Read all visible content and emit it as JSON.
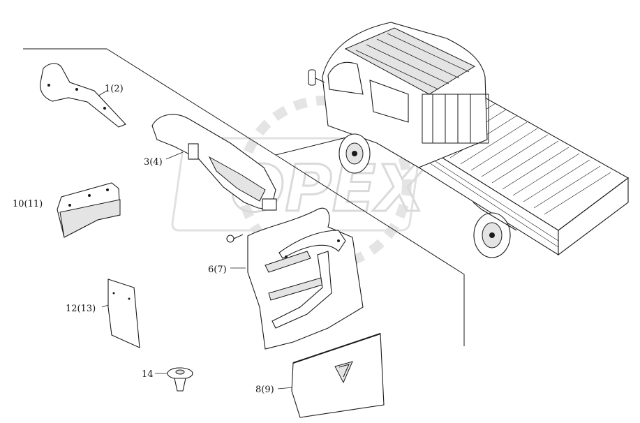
{
  "watermark": {
    "text": "OPEX",
    "color": "#c8c8c8"
  },
  "callouts": {
    "p1": "1(2)",
    "p3": "3(4)",
    "p10": "10(11)",
    "p6": "6(7)",
    "p12": "12(13)",
    "p14": "14",
    "p8": "8(9)"
  },
  "colors": {
    "line": "#1a1a1a",
    "background": "#ffffff"
  }
}
